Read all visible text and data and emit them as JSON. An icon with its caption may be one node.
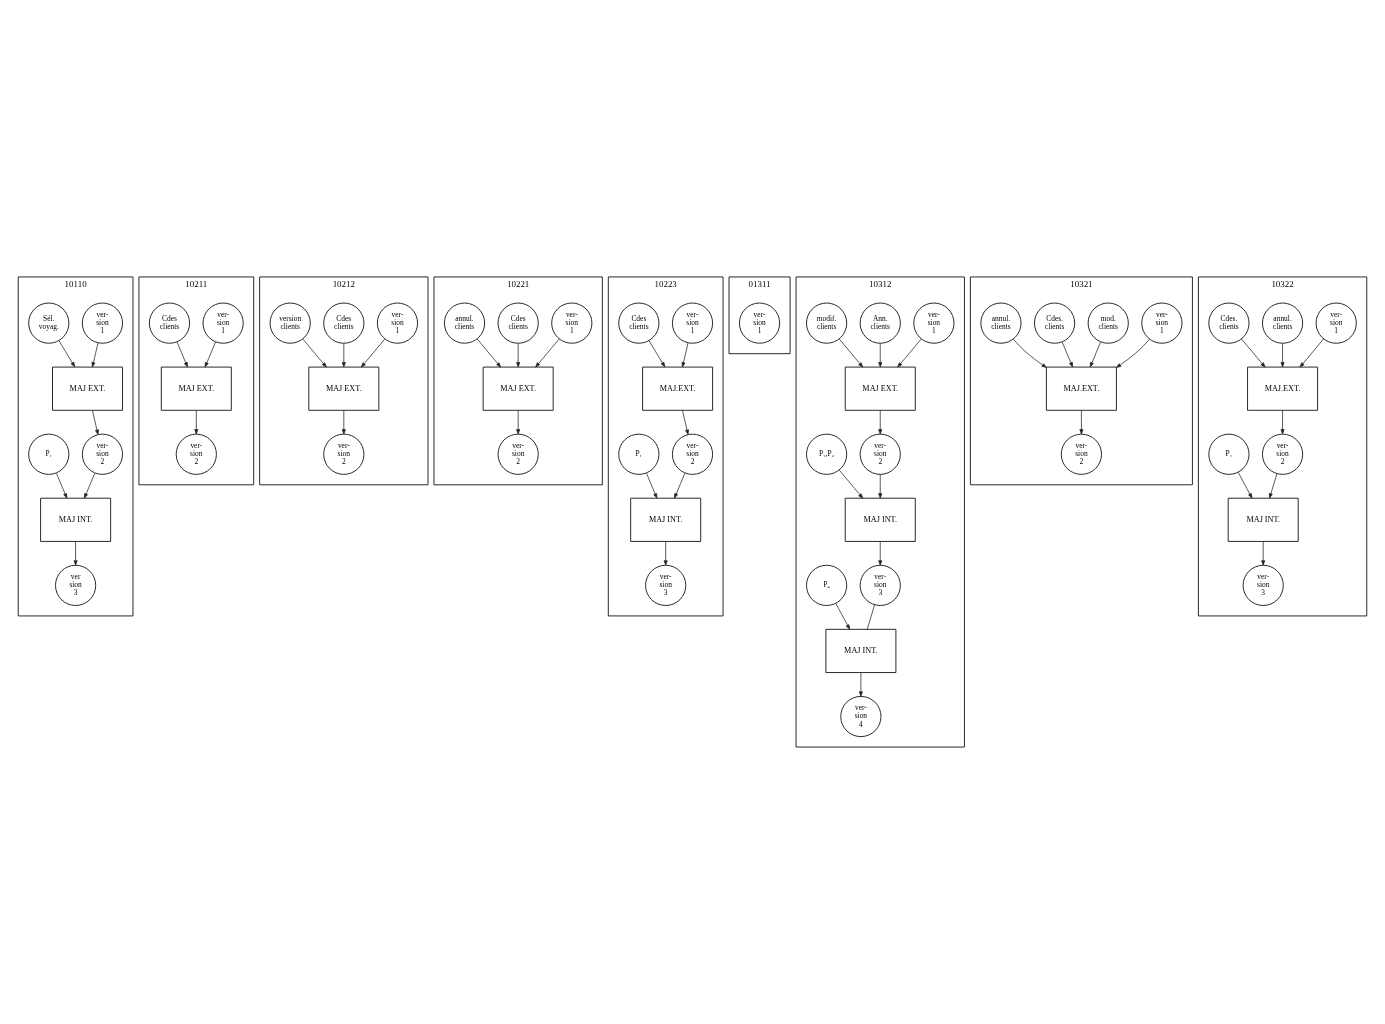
{
  "diagram": {
    "nodes": [
      {
        "text": [
          "10110"
        ]
      },
      {
        "text": [
          "ver- sion 1"
        ],
        "in": 0
      },
      {
        "text": [
          "Sél. voyag."
        ],
        "in": 0
      },
      {
        "text": [
          "MAJ EXT."
        ],
        "in": 0
      },
      {
        "text": [
          "ver- sion 2"
        ],
        "in": 0
      },
      {
        "text": [
          "P₁"
        ],
        "in": 0
      },
      {
        "text": [
          "MAJ INT."
        ],
        "in": 0
      },
      {
        "text": [
          "ver sion 3"
        ],
        "in": 0
      },
      {
        "text": [
          "10211"
        ]
      },
      {
        "text": [
          "ver- sion 1"
        ],
        "in": 8
      },
      {
        "text": [
          "Cdes clients"
        ],
        "in": 8
      },
      {
        "text": [
          "MAJ EXT."
        ],
        "in": 8
      },
      {
        "text": [
          "ver- sion 2"
        ],
        "in": 8
      },
      {
        "text": [
          "10212"
        ]
      },
      {
        "text": [
          "ver- sion 1"
        ],
        "in": 13
      },
      {
        "text": [
          "Cdes clients"
        ],
        "in": 13
      },
      {
        "text": [
          "version clients"
        ],
        "in": 13
      },
      {
        "text": [
          "MAJ EXT."
        ],
        "in": 13
      },
      {
        "text": [
          "ver- sion 2"
        ],
        "in": 13
      },
      {
        "text": [
          "10221"
        ]
      },
      {
        "text": [
          "ver- sion 1"
        ],
        "in": 19
      },
      {
        "text": [
          "Cdes clients"
        ],
        "in": 19
      },
      {
        "text": [
          "annul. clients"
        ],
        "in": 19
      },
      {
        "text": [
          "MAJ EXT."
        ],
        "in": 19
      },
      {
        "text": [
          "ver- sion 2"
        ],
        "in": 19
      },
      {
        "text": [
          "10223"
        ]
      },
      {
        "text": [
          "ver- sion 1"
        ],
        "in": 25
      },
      {
        "text": [
          "Cdes clients"
        ],
        "in": 25
      },
      {
        "text": [
          "MAJ.EXT."
        ],
        "in": 25
      },
      {
        "text": [
          "ver- sion 2"
        ],
        "in": 25
      },
      {
        "text": [
          "P₁"
        ],
        "in": 25
      },
      {
        "text": [
          "MAJ INT."
        ],
        "in": 25
      },
      {
        "text": [
          "ver- sion 3"
        ],
        "in": 25
      },
      {
        "text": [
          "01311"
        ]
      },
      {
        "text": [
          "ver- sion 1"
        ],
        "in": 33
      },
      {
        "text": [
          "10312"
        ]
      },
      {
        "text": [
          "ver- sion 1"
        ],
        "in": 35
      },
      {
        "text": [
          "Ann. clients"
        ],
        "in": 35
      },
      {
        "text": [
          "modif. clients"
        ],
        "in": 35
      },
      {
        "text": [
          "MAJ EXT."
        ],
        "in": 35
      },
      {
        "text": [
          "ver- sion 2"
        ],
        "in": 35
      },
      {
        "text": [
          "P₁,P₂"
        ],
        "in": 35
      },
      {
        "text": [
          "MAJ INT."
        ],
        "in": 35
      },
      {
        "text": [
          "ver- sion 3"
        ],
        "in": 35
      },
      {
        "text": [
          "P₄"
        ],
        "in": 35
      },
      {
        "text": [
          "MAJ INT."
        ],
        "in": 35
      },
      {
        "text": [
          "ver- sion 4"
        ],
        "in": 35
      },
      {
        "text": [
          "10321"
        ]
      },
      {
        "text": [
          "ver- sion 1"
        ],
        "in": 47
      },
      {
        "text": [
          "mod. clients"
        ],
        "in": 47
      },
      {
        "text": [
          "Cdes. clients"
        ],
        "in": 47
      },
      {
        "text": [
          "annul. clients"
        ],
        "in": 47
      },
      {
        "text": [
          "MAJ.EXT."
        ],
        "in": 47
      },
      {
        "text": [
          "ver- sion 2"
        ],
        "in": 47
      },
      {
        "text": [
          "10322"
        ]
      },
      {
        "text": [
          "ver- sion 1"
        ],
        "in": 54
      },
      {
        "text": [
          "annul. clients"
        ],
        "in": 54
      },
      {
        "text": [
          "Cdes. clients"
        ],
        "in": 54
      },
      {
        "text": [
          "MAJ.EXT."
        ],
        "in": 54
      },
      {
        "text": [
          "ver- sion 2"
        ],
        "in": 54
      },
      {
        "text": [
          "P₁"
        ],
        "in": 54
      },
      {
        "text": [
          "MAJ INT."
        ],
        "in": 54
      },
      {
        "text": [
          "ver- sion 3"
        ],
        "in": 54
      }
    ],
    "edges": [
      {
        "from": 1,
        "to": 3,
        "arrow": "to"
      },
      {
        "from": 2,
        "to": 3,
        "arrow": "to"
      },
      {
        "from": 3,
        "to": 4,
        "arrow": "to"
      },
      {
        "from": 4,
        "to": 6,
        "arrow": "to"
      },
      {
        "from": 5,
        "to": 6,
        "arrow": "to"
      },
      {
        "from": 6,
        "to": 7,
        "arrow": "to"
      },
      {
        "from": 9,
        "to": 11,
        "arrow": "to"
      },
      {
        "from": 10,
        "to": 11,
        "arrow": "to"
      },
      {
        "from": 11,
        "to": 12,
        "arrow": "to"
      },
      {
        "from": 14,
        "to": 17,
        "arrow": "to"
      },
      {
        "from": 16,
        "to": 17,
        "arrow": "to"
      },
      {
        "from": 15,
        "to": 17,
        "arrow": "to"
      },
      {
        "from": 17,
        "to": 18,
        "arrow": "to"
      },
      {
        "from": 20,
        "to": 23,
        "arrow": "to"
      },
      {
        "from": 22,
        "to": 23,
        "arrow": "to"
      },
      {
        "from": 21,
        "to": 23,
        "arrow": "to"
      },
      {
        "from": 23,
        "to": 24,
        "arrow": "to"
      },
      {
        "from": 26,
        "to": 28,
        "arrow": "to"
      },
      {
        "from": 27,
        "to": 28,
        "arrow": "to"
      },
      {
        "from": 28,
        "to": 29,
        "arrow": "to"
      },
      {
        "from": 29,
        "to": 31,
        "arrow": "to"
      },
      {
        "from": 30,
        "to": 31,
        "arrow": "to"
      },
      {
        "from": 31,
        "to": 32,
        "arrow": "to"
      },
      {
        "from": 36,
        "to": 39,
        "arrow": "to"
      },
      {
        "from": 38,
        "to": 39,
        "arrow": "to"
      },
      {
        "from": 37,
        "to": 39,
        "arrow": "to"
      },
      {
        "from": 39,
        "to": 40,
        "arrow": "to"
      },
      {
        "from": 40,
        "to": 42,
        "arrow": "to"
      },
      {
        "from": 41,
        "to": 42,
        "arrow": "to"
      },
      {
        "from": 42,
        "to": 43,
        "arrow": "to"
      },
      {
        "from": 43,
        "to": 45,
        "arrow": "none"
      },
      {
        "from": 44,
        "to": 45,
        "arrow": "to"
      },
      {
        "from": 45,
        "to": 46,
        "arrow": "to"
      },
      {
        "from": 48,
        "to": 52,
        "arrow": "to"
      },
      {
        "from": 50,
        "to": 52,
        "arrow": "to"
      },
      {
        "from": 49,
        "to": 52,
        "arrow": "to"
      },
      {
        "from": 51,
        "to": 52,
        "arrow": "to"
      },
      {
        "from": 52,
        "to": 53,
        "arrow": "to"
      },
      {
        "from": 55,
        "to": 58,
        "arrow": "to"
      },
      {
        "from": 57,
        "to": 58,
        "arrow": "to"
      },
      {
        "from": 56,
        "to": 58,
        "arrow": "to"
      },
      {
        "from": 58,
        "to": 59,
        "arrow": "to"
      },
      {
        "from": 59,
        "to": 61,
        "arrow": "to"
      },
      {
        "from": 60,
        "to": 61,
        "arrow": "to"
      },
      {
        "from": 61,
        "to": 62,
        "arrow": "to"
      }
    ]
  }
}
